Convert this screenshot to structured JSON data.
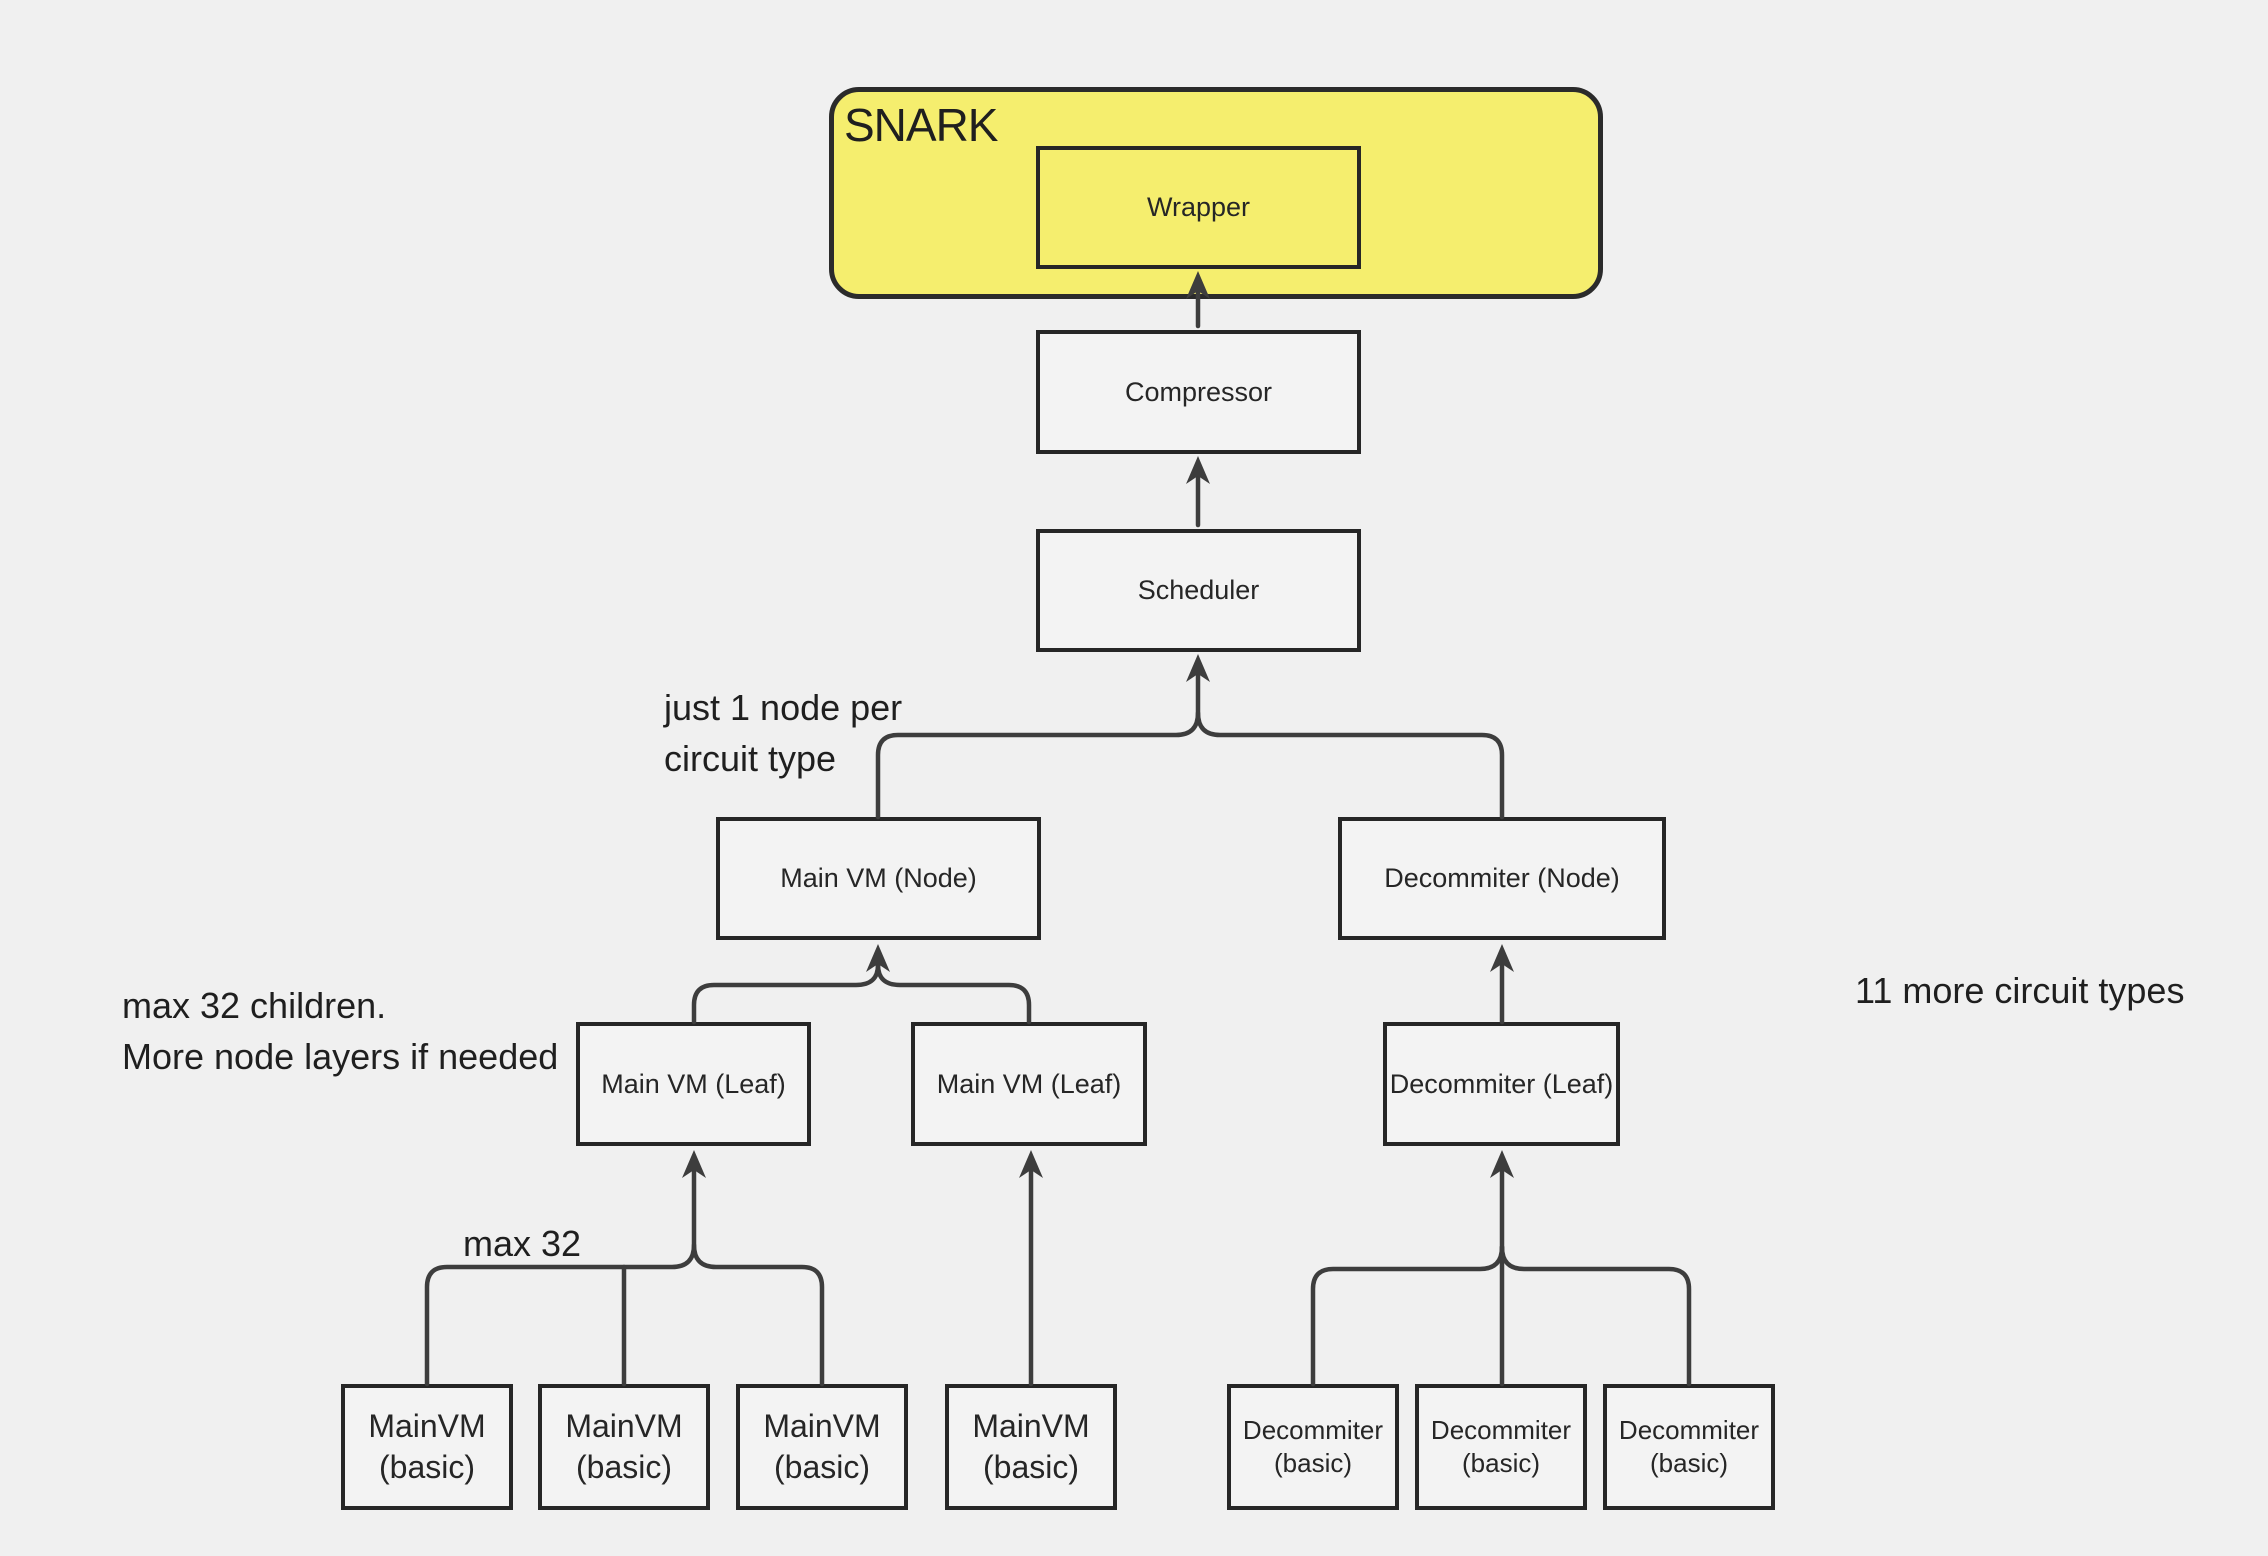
{
  "diagram": {
    "snark": {
      "label": "SNARK"
    },
    "nodes": {
      "wrapper": "Wrapper",
      "compressor": "Compressor",
      "scheduler": "Scheduler",
      "main_vm_node": "Main VM (Node)",
      "decommiter_node": "Decommiter (Node)",
      "main_vm_leaf_1": "Main VM (Leaf)",
      "main_vm_leaf_2": "Main VM (Leaf)",
      "decommiter_leaf": "Decommiter (Leaf)"
    },
    "basic_row": {
      "main_vm": [
        {
          "line1": "MainVM",
          "line2": "(basic)"
        },
        {
          "line1": "MainVM",
          "line2": "(basic)"
        },
        {
          "line1": "MainVM",
          "line2": "(basic)"
        },
        {
          "line1": "MainVM",
          "line2": "(basic)"
        }
      ],
      "decommiter": [
        {
          "line1": "Decommiter",
          "line2": "(basic)"
        },
        {
          "line1": "Decommiter",
          "line2": "(basic)"
        },
        {
          "line1": "Decommiter",
          "line2": "(basic)"
        }
      ]
    },
    "annotations": {
      "just_one_node": "just 1 node per\ncircuit type",
      "max_children": "max 32 children.\nMore node layers if needed",
      "max_32": "max 32",
      "more_circuits": "11 more circuit types"
    },
    "colors": {
      "background": "#f0f0f0",
      "box_fill": "#f3f3f3",
      "box_border": "#262626",
      "snark_fill": "#f5ee6e",
      "connector": "#3d3d3d"
    }
  }
}
